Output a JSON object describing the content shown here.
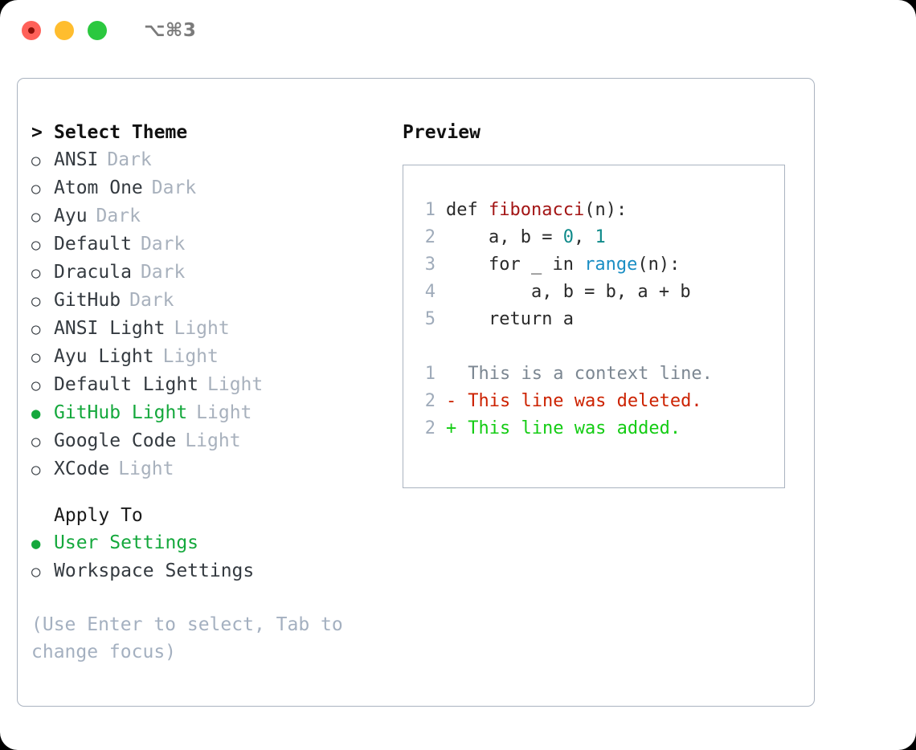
{
  "window": {
    "shortcut": "⌥⌘3",
    "traffic_lights": [
      "close",
      "minimize",
      "maximize"
    ]
  },
  "dialog": {
    "theme_list": {
      "caret": ">",
      "heading": "Select Theme",
      "bullet_selected": "●",
      "bullet_unselected": "○",
      "accent_color": "#14a83c",
      "items": [
        {
          "name": "ANSI",
          "kind": "Dark",
          "selected": false
        },
        {
          "name": "Atom One",
          "kind": "Dark",
          "selected": false
        },
        {
          "name": "Ayu",
          "kind": "Dark",
          "selected": false
        },
        {
          "name": "Default",
          "kind": "Dark",
          "selected": false
        },
        {
          "name": "Dracula",
          "kind": "Dark",
          "selected": false
        },
        {
          "name": "GitHub",
          "kind": "Dark",
          "selected": false
        },
        {
          "name": "ANSI Light",
          "kind": "Light",
          "selected": false
        },
        {
          "name": "Ayu Light",
          "kind": "Light",
          "selected": false
        },
        {
          "name": "Default Light",
          "kind": "Light",
          "selected": false
        },
        {
          "name": "GitHub Light",
          "kind": "Light",
          "selected": true
        },
        {
          "name": "Google Code",
          "kind": "Light",
          "selected": false
        },
        {
          "name": "XCode",
          "kind": "Light",
          "selected": false
        }
      ]
    },
    "apply_to": {
      "title": "Apply To",
      "options": [
        {
          "label": "User Settings",
          "selected": true
        },
        {
          "label": "Workspace Settings",
          "selected": false
        }
      ]
    },
    "hint": "(Use Enter to select, Tab to change focus)",
    "preview": {
      "title": "Preview",
      "code_lines": [
        {
          "lineno": "1",
          "tokens": [
            {
              "text": "def ",
              "type": "plain"
            },
            {
              "text": "fibonacci",
              "type": "fn"
            },
            {
              "text": "(n):",
              "type": "plain"
            }
          ]
        },
        {
          "lineno": "2",
          "tokens": [
            {
              "text": "    a, b = ",
              "type": "plain"
            },
            {
              "text": "0",
              "type": "num"
            },
            {
              "text": ", ",
              "type": "plain"
            },
            {
              "text": "1",
              "type": "num"
            }
          ]
        },
        {
          "lineno": "3",
          "tokens": [
            {
              "text": "    for _ in ",
              "type": "plain"
            },
            {
              "text": "range",
              "type": "kw"
            },
            {
              "text": "(n):",
              "type": "plain"
            }
          ]
        },
        {
          "lineno": "4",
          "tokens": [
            {
              "text": "        a, b = b, a + b",
              "type": "plain"
            }
          ]
        },
        {
          "lineno": "5",
          "tokens": [
            {
              "text": "    return a",
              "type": "plain"
            }
          ]
        }
      ],
      "diff_lines": [
        {
          "lineno": "1",
          "sign": " ",
          "text": "This is a context line.",
          "kind": "context"
        },
        {
          "lineno": "2",
          "sign": "-",
          "text": "This line was deleted.",
          "kind": "del"
        },
        {
          "lineno": "2",
          "sign": "+",
          "text": "This line was added.",
          "kind": "add"
        }
      ],
      "colors": {
        "function": "#a31515",
        "number": "#0f8a8a",
        "keyword": "#1a8ec4",
        "context": "#7c8792",
        "deleted": "#cc2200",
        "added": "#14cc14",
        "lineno": "#9fabba"
      }
    }
  }
}
